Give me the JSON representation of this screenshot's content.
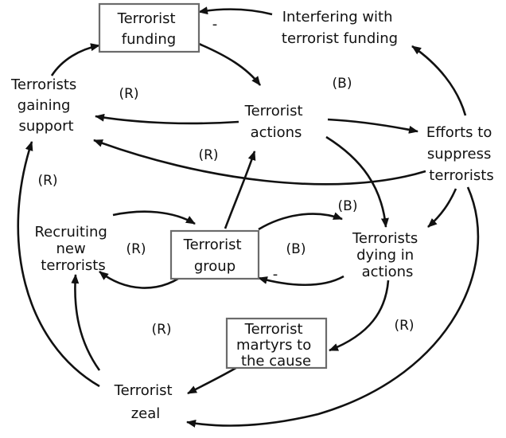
{
  "nodes": {
    "terrorist_funding": [
      "Terrorist",
      "funding"
    ],
    "interfering": [
      "Interfering with",
      "terrorist funding"
    ],
    "gaining_support": [
      "Terrorists",
      "gaining",
      "support"
    ],
    "terrorist_actions": [
      "Terrorist",
      "actions"
    ],
    "efforts": [
      "Efforts to",
      "suppress",
      "terrorists"
    ],
    "recruiting": [
      "Recruiting",
      "new",
      "terrorists"
    ],
    "terrorist_group": [
      "Terrorist",
      "group"
    ],
    "dying": [
      "Terrorists",
      "dying in",
      "actions"
    ],
    "martyrs": [
      "Terrorist",
      "martyrs to",
      "the cause"
    ],
    "zeal": [
      "Terrorist",
      "zeal"
    ]
  },
  "loops": {
    "r1": "(R)",
    "b1": "(B)",
    "r2": "(R)",
    "r3": "(R)",
    "b2": "(B)",
    "r4": "(R)",
    "b3": "(B)",
    "r5": "(R)",
    "r6": "(R)"
  },
  "signs": {
    "funding_minus": "-",
    "group_minus": "-"
  },
  "colors": {
    "ink": "#111111",
    "box_border": "#6b6b6b",
    "background": "#ffffff"
  }
}
